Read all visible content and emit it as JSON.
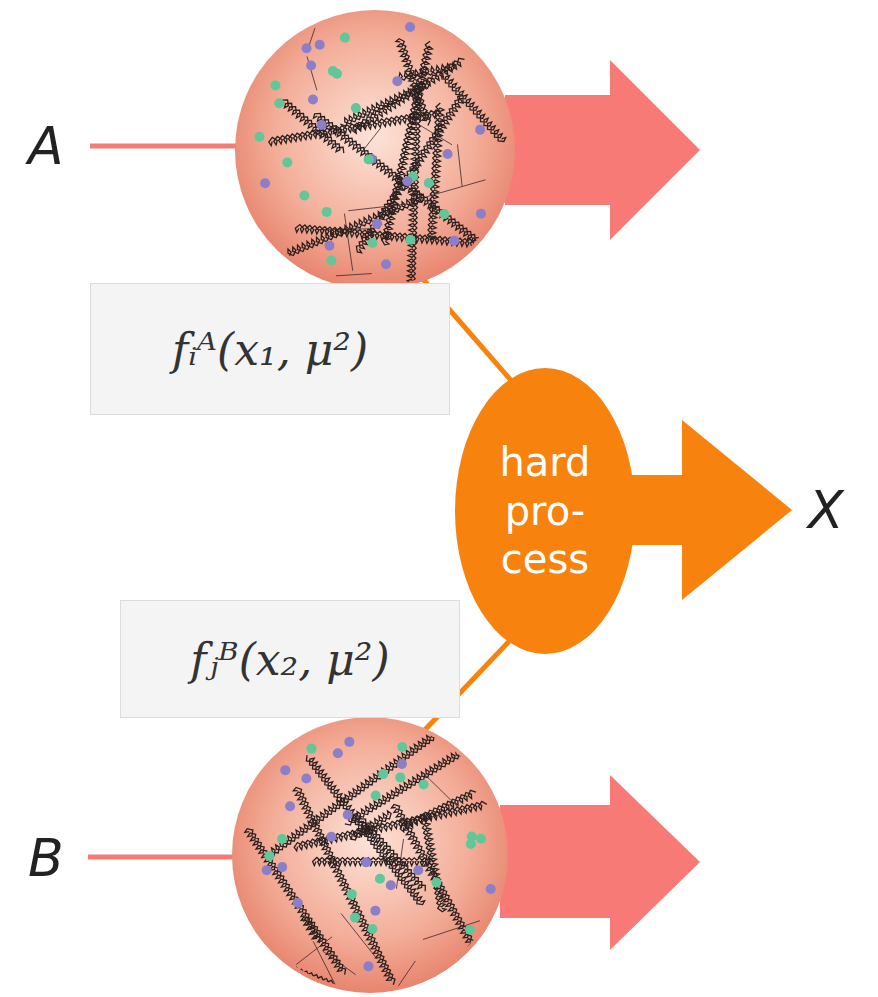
{
  "diagram": {
    "nodes": [
      {
        "text": [
          "fᵢᴬ(x₁, μ²)"
        ]
      },
      {
        "text": [
          "hard pro- cess"
        ]
      },
      {
        "text": [
          "fⱼᴮ(x₂, μ²)"
        ]
      }
    ],
    "labels": [
      "A",
      "B",
      "X"
    ]
  }
}
